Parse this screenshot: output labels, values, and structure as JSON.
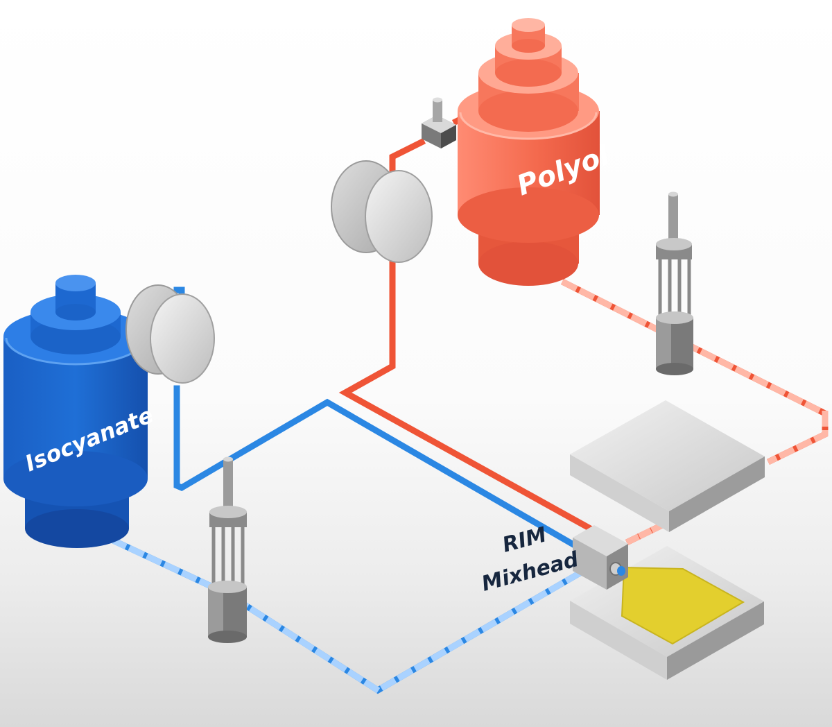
{
  "labels": {
    "polyol": "Polyol",
    "isocyanate": "Isocyanate",
    "mixhead_line1": "RIM",
    "mixhead_line2": "Mixhead"
  },
  "colors": {
    "polyol": "#f2694d",
    "isocyanate": "#1e68c9",
    "pipe_blue": "#2b87e3",
    "pipe_red": "#ef5436",
    "part": "#e3cf2e",
    "mixhead_text": "#16263e"
  }
}
